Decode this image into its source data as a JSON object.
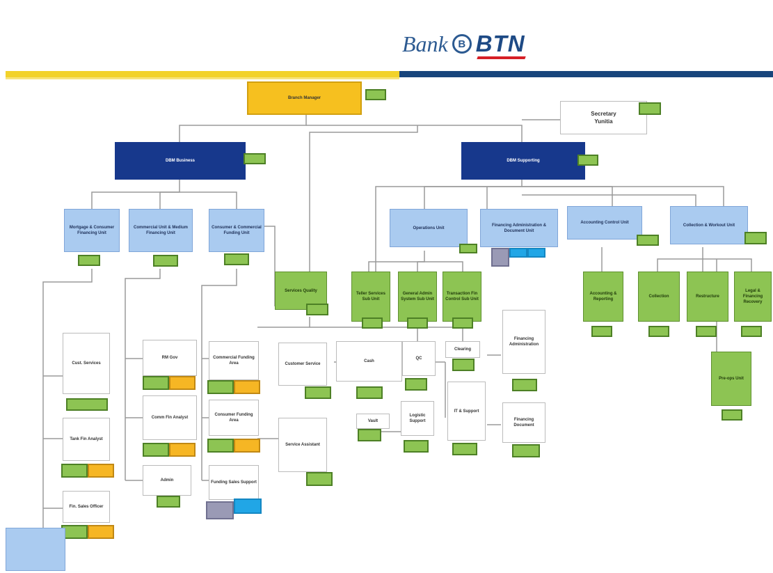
{
  "header": {
    "note_line1": "",
    "note_line2": ""
  },
  "logo": {
    "word1": "Bank",
    "word2": "BTN"
  },
  "nodes": {
    "branch_manager": {
      "title": "Branch Manager",
      "sub": ""
    },
    "secretary": {
      "title": "Secretary",
      "sub": "Yunitia"
    },
    "dbm_business": {
      "title": "DBM Business",
      "sub": ""
    },
    "dbm_supporting": {
      "title": "DBM Supporting",
      "sub": ""
    },
    "mortgage": {
      "title": "Mortgage & Consumer Financing Unit",
      "sub": ""
    },
    "commercial": {
      "title": "Commercial Unit & Medium Financing Unit",
      "sub": ""
    },
    "consumer_comm": {
      "title": "Consumer & Commercial Funding Unit",
      "sub": ""
    },
    "services_quality": {
      "title": "Services Quality",
      "sub": ""
    },
    "operations": {
      "title": "Operations Unit",
      "sub": ""
    },
    "financing_admin": {
      "title": "Financing Administration & Document Unit",
      "sub": ""
    },
    "accounting": {
      "title": "Accounting Control Unit",
      "sub": ""
    },
    "collection": {
      "title": "Collection & Workout Unit",
      "sub": ""
    },
    "teller": {
      "title": "Teller Services Sub Unit",
      "sub": ""
    },
    "general_admin": {
      "title": "General Admin System Sub Unit",
      "sub": ""
    },
    "transaction": {
      "title": "Transaction Fin Control Sub Unit",
      "sub": ""
    },
    "acct_reporting": {
      "title": "Accounting & Reporting",
      "sub": ""
    },
    "collection2": {
      "title": "Collection",
      "sub": ""
    },
    "restructure": {
      "title": "Restructure",
      "sub": ""
    },
    "legal": {
      "title": "Legal & Financing Recovery",
      "sub": ""
    },
    "pre_ops": {
      "title": "Pre-ops Unit",
      "sub": ""
    },
    "cust_services": {
      "title": "Cust. Services",
      "sub": ""
    },
    "tank_fin": {
      "title": "Tank Fin Analyst",
      "sub": ""
    },
    "fin_sales": {
      "title": "Fin. Sales Officer",
      "sub": ""
    },
    "rm_gov": {
      "title": "RM Gov",
      "sub": ""
    },
    "comm_fin": {
      "title": "Commercial Funding Area",
      "sub": ""
    },
    "comm_fin_analyst": {
      "title": "Comm Fin Analyst",
      "sub": ""
    },
    "consumer_funding": {
      "title": "Consumer Funding Area",
      "sub": ""
    },
    "admin_small": {
      "title": "Admin",
      "sub": ""
    },
    "funding_sales": {
      "title": "Funding Sales Support",
      "sub": ""
    },
    "customer_service": {
      "title": "Customer Service",
      "sub": ""
    },
    "cash": {
      "title": "Cash",
      "sub": ""
    },
    "qc": {
      "title": "QC",
      "sub": ""
    },
    "clearing": {
      "title": "Clearing",
      "sub": ""
    },
    "it_support": {
      "title": "IT & Support",
      "sub": ""
    },
    "logistic": {
      "title": "Logistic Support",
      "sub": ""
    },
    "vault": {
      "title": "Vault",
      "sub": ""
    },
    "financing_admin_sec": {
      "title": "Financing Administration",
      "sub": ""
    },
    "financing_document": {
      "title": "Financing Document",
      "sub": ""
    },
    "service_assistant": {
      "title": "Service Assistant",
      "sub": ""
    },
    "bottom_left": {
      "title": "",
      "sub": ""
    }
  },
  "tags": {
    "bm": "",
    "sec": "",
    "dbm_b": "",
    "dbm_s": "",
    "mort": "",
    "comm": "",
    "cons": "",
    "sq": "",
    "ops": "",
    "fad1": "",
    "fad2": "",
    "fad3": "",
    "acc": "",
    "col": "",
    "tel": "",
    "gen": "",
    "trn": "",
    "acr": "",
    "col2": "",
    "res": "",
    "leg": "",
    "pre": "",
    "cs": "",
    "tank1": "",
    "tank2": "",
    "fso1": "",
    "fso2": "",
    "rm1": "",
    "rm2": "",
    "cfa1": "",
    "cfa2": "",
    "cfan1": "",
    "cfan2": "",
    "cnf1": "",
    "cnf2": "",
    "adm": "",
    "fss1": "",
    "fss2": "",
    "cust": "",
    "cash": "",
    "qc": "",
    "clr": "",
    "it": "",
    "log": "",
    "vault": "",
    "fas": "",
    "fdoc": "",
    "sa": "",
    "pre_green": ""
  },
  "colors": {
    "gold": "#f6c01f",
    "navy": "#17388c",
    "light_blue": "#aacbf0",
    "green": "#8dc453",
    "orange": "#f6b624",
    "yellow_bar": "#f2d22a",
    "blue_bar": "#18457c"
  }
}
